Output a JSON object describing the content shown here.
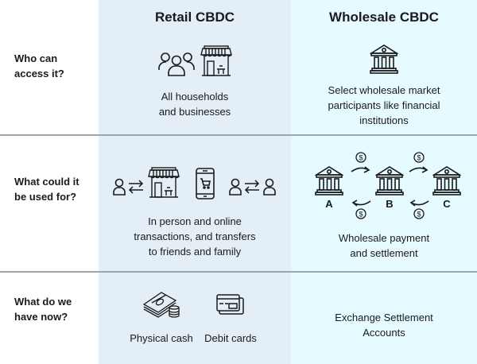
{
  "columns": {
    "retail": {
      "title": "Retail CBDC",
      "background": "#e4eef7"
    },
    "wholesale": {
      "title": "Wholesale CBDC",
      "background": "#e6fbff"
    }
  },
  "rows": [
    {
      "label_line1": "Who can",
      "label_line2": "access it?",
      "retail": {
        "icons": [
          "people-group-icon",
          "storefront-icon"
        ],
        "text_lines": [
          "All households",
          "and businesses"
        ]
      },
      "wholesale": {
        "icons": [
          "bank-icon"
        ],
        "text_lines": [
          "Select wholesale market",
          "participants like financial",
          "institutions"
        ]
      }
    },
    {
      "label_line1": "What could it",
      "label_line2": "be used for?",
      "retail": {
        "icons": [
          "person-icon",
          "exchange-arrows-icon",
          "storefront-icon",
          "mobile-shopping-cart-icon",
          "person-icon",
          "exchange-arrows-icon",
          "person-icon"
        ],
        "text_lines": [
          "In person and online",
          "transactions, and transfers",
          "to friends and family"
        ]
      },
      "wholesale": {
        "icons": [
          "bank-icon",
          "bank-icon",
          "bank-icon",
          "dollar-coin-icon",
          "curved-arrow-icon"
        ],
        "bank_labels": [
          "A",
          "B",
          "C"
        ],
        "text_lines": [
          "Wholesale payment",
          "and settlement"
        ]
      }
    },
    {
      "label_line1": "What do we",
      "label_line2": "have now?",
      "retail": {
        "items": [
          {
            "icon": "cash-and-coins-icon",
            "caption": "Physical cash"
          },
          {
            "icon": "debit-cards-icon",
            "caption": "Debit cards"
          }
        ]
      },
      "wholesale": {
        "text_lines": [
          "Exchange Settlement",
          "Accounts"
        ]
      }
    }
  ],
  "colors": {
    "divider": "#9ea6ab",
    "text": "#1a1a1a"
  }
}
